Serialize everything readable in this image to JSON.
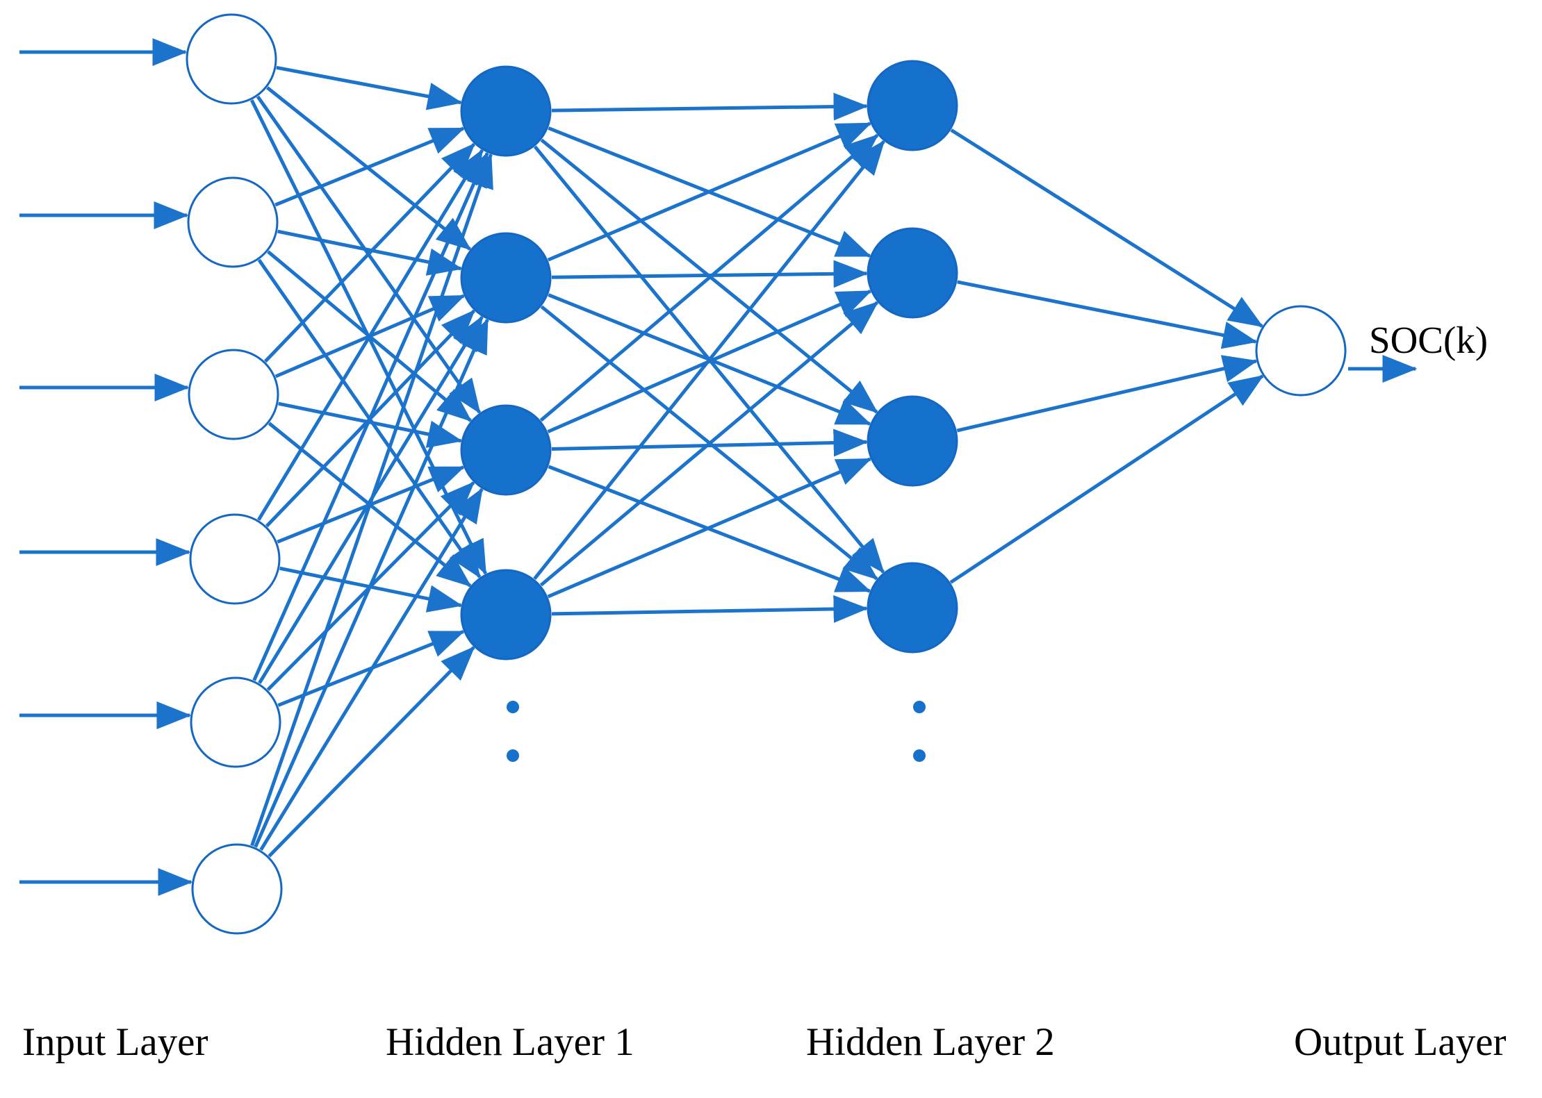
{
  "colors": {
    "edge": "#1b73cc",
    "hidden_fill": "#1571cc",
    "node_stroke": "#1467c2",
    "input_fill": "#ffffff"
  },
  "layers": {
    "input": {
      "label": "Input Layer",
      "node_count": 6
    },
    "hidden1": {
      "label": "Hidden Layer 1",
      "node_count": 4,
      "has_ellipsis": true
    },
    "hidden2": {
      "label": "Hidden Layer 2",
      "node_count": 4,
      "has_ellipsis": true
    },
    "output": {
      "label": "Output Layer",
      "node_count": 1
    }
  },
  "output_label": "SOC(k)"
}
